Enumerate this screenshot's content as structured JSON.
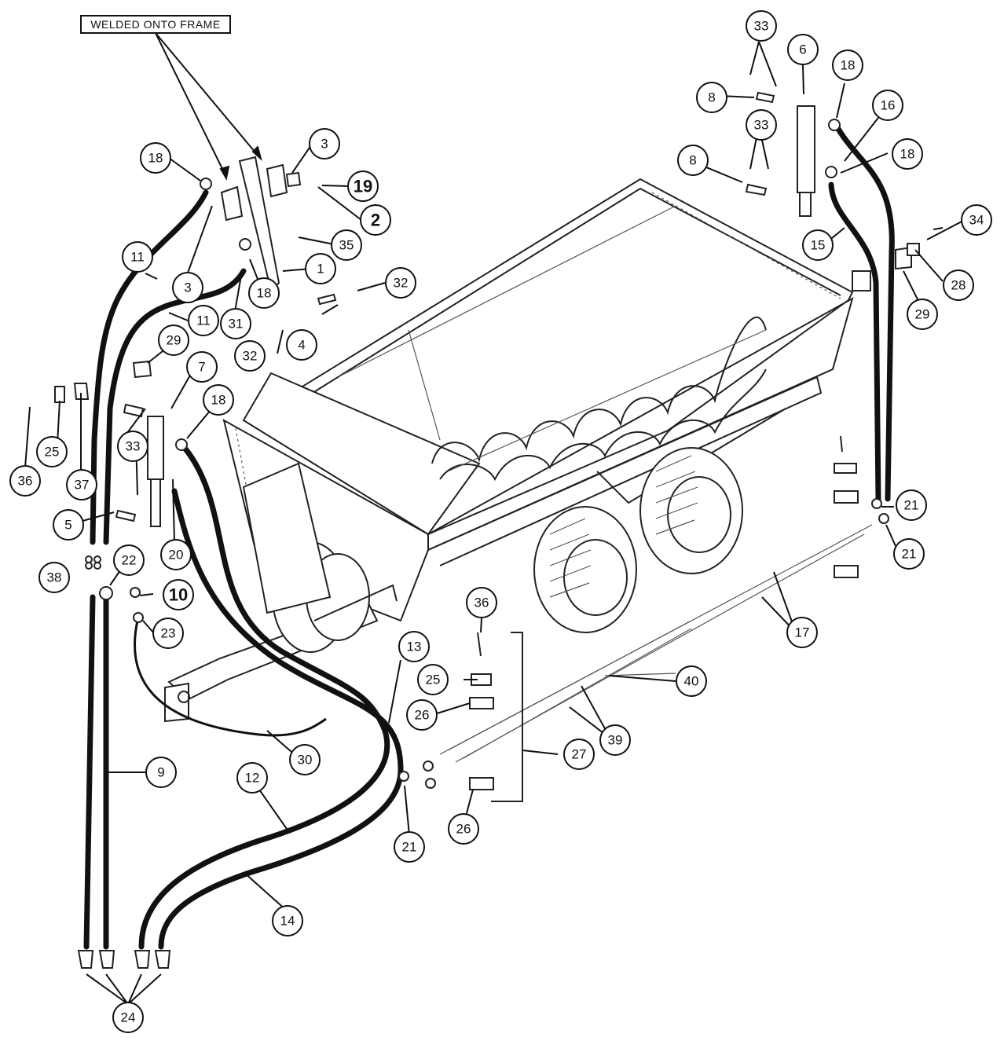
{
  "note": {
    "text": "WELDED ONTO FRAME"
  },
  "callouts": [
    {
      "id": "c1",
      "label": "1"
    },
    {
      "id": "c2",
      "label": "2"
    },
    {
      "id": "c3a",
      "label": "3"
    },
    {
      "id": "c3b",
      "label": "3"
    },
    {
      "id": "c4",
      "label": "4"
    },
    {
      "id": "c5",
      "label": "5"
    },
    {
      "id": "c6",
      "label": "6"
    },
    {
      "id": "c7",
      "label": "7"
    },
    {
      "id": "c8a",
      "label": "8"
    },
    {
      "id": "c8b",
      "label": "8"
    },
    {
      "id": "c9",
      "label": "9"
    },
    {
      "id": "c10",
      "label": "10"
    },
    {
      "id": "c11a",
      "label": "11"
    },
    {
      "id": "c11b",
      "label": "11"
    },
    {
      "id": "c12",
      "label": "12"
    },
    {
      "id": "c13",
      "label": "13"
    },
    {
      "id": "c14",
      "label": "14"
    },
    {
      "id": "c15",
      "label": "15"
    },
    {
      "id": "c16",
      "label": "16"
    },
    {
      "id": "c17",
      "label": "17"
    },
    {
      "id": "c18a",
      "label": "18"
    },
    {
      "id": "c18b",
      "label": "18"
    },
    {
      "id": "c18c",
      "label": "18"
    },
    {
      "id": "c18d",
      "label": "18"
    },
    {
      "id": "c18e",
      "label": "18"
    },
    {
      "id": "c19",
      "label": "19"
    },
    {
      "id": "c20",
      "label": "20"
    },
    {
      "id": "c21a",
      "label": "21"
    },
    {
      "id": "c21b",
      "label": "21"
    },
    {
      "id": "c21c",
      "label": "21"
    },
    {
      "id": "c22",
      "label": "22"
    },
    {
      "id": "c23",
      "label": "23"
    },
    {
      "id": "c24",
      "label": "24"
    },
    {
      "id": "c25a",
      "label": "25"
    },
    {
      "id": "c25b",
      "label": "25"
    },
    {
      "id": "c26a",
      "label": "26"
    },
    {
      "id": "c26b",
      "label": "26"
    },
    {
      "id": "c27",
      "label": "27"
    },
    {
      "id": "c28",
      "label": "28"
    },
    {
      "id": "c29a",
      "label": "29"
    },
    {
      "id": "c29b",
      "label": "29"
    },
    {
      "id": "c30",
      "label": "30"
    },
    {
      "id": "c31",
      "label": "31"
    },
    {
      "id": "c32a",
      "label": "32"
    },
    {
      "id": "c32b",
      "label": "32"
    },
    {
      "id": "c33a",
      "label": "33"
    },
    {
      "id": "c33b",
      "label": "33"
    },
    {
      "id": "c33c",
      "label": "33"
    },
    {
      "id": "c34",
      "label": "34"
    },
    {
      "id": "c35",
      "label": "35"
    },
    {
      "id": "c36a",
      "label": "36"
    },
    {
      "id": "c36b",
      "label": "36"
    },
    {
      "id": "c37",
      "label": "37"
    },
    {
      "id": "c38",
      "label": "38"
    },
    {
      "id": "c39",
      "label": "39"
    },
    {
      "id": "c40",
      "label": "40"
    }
  ]
}
